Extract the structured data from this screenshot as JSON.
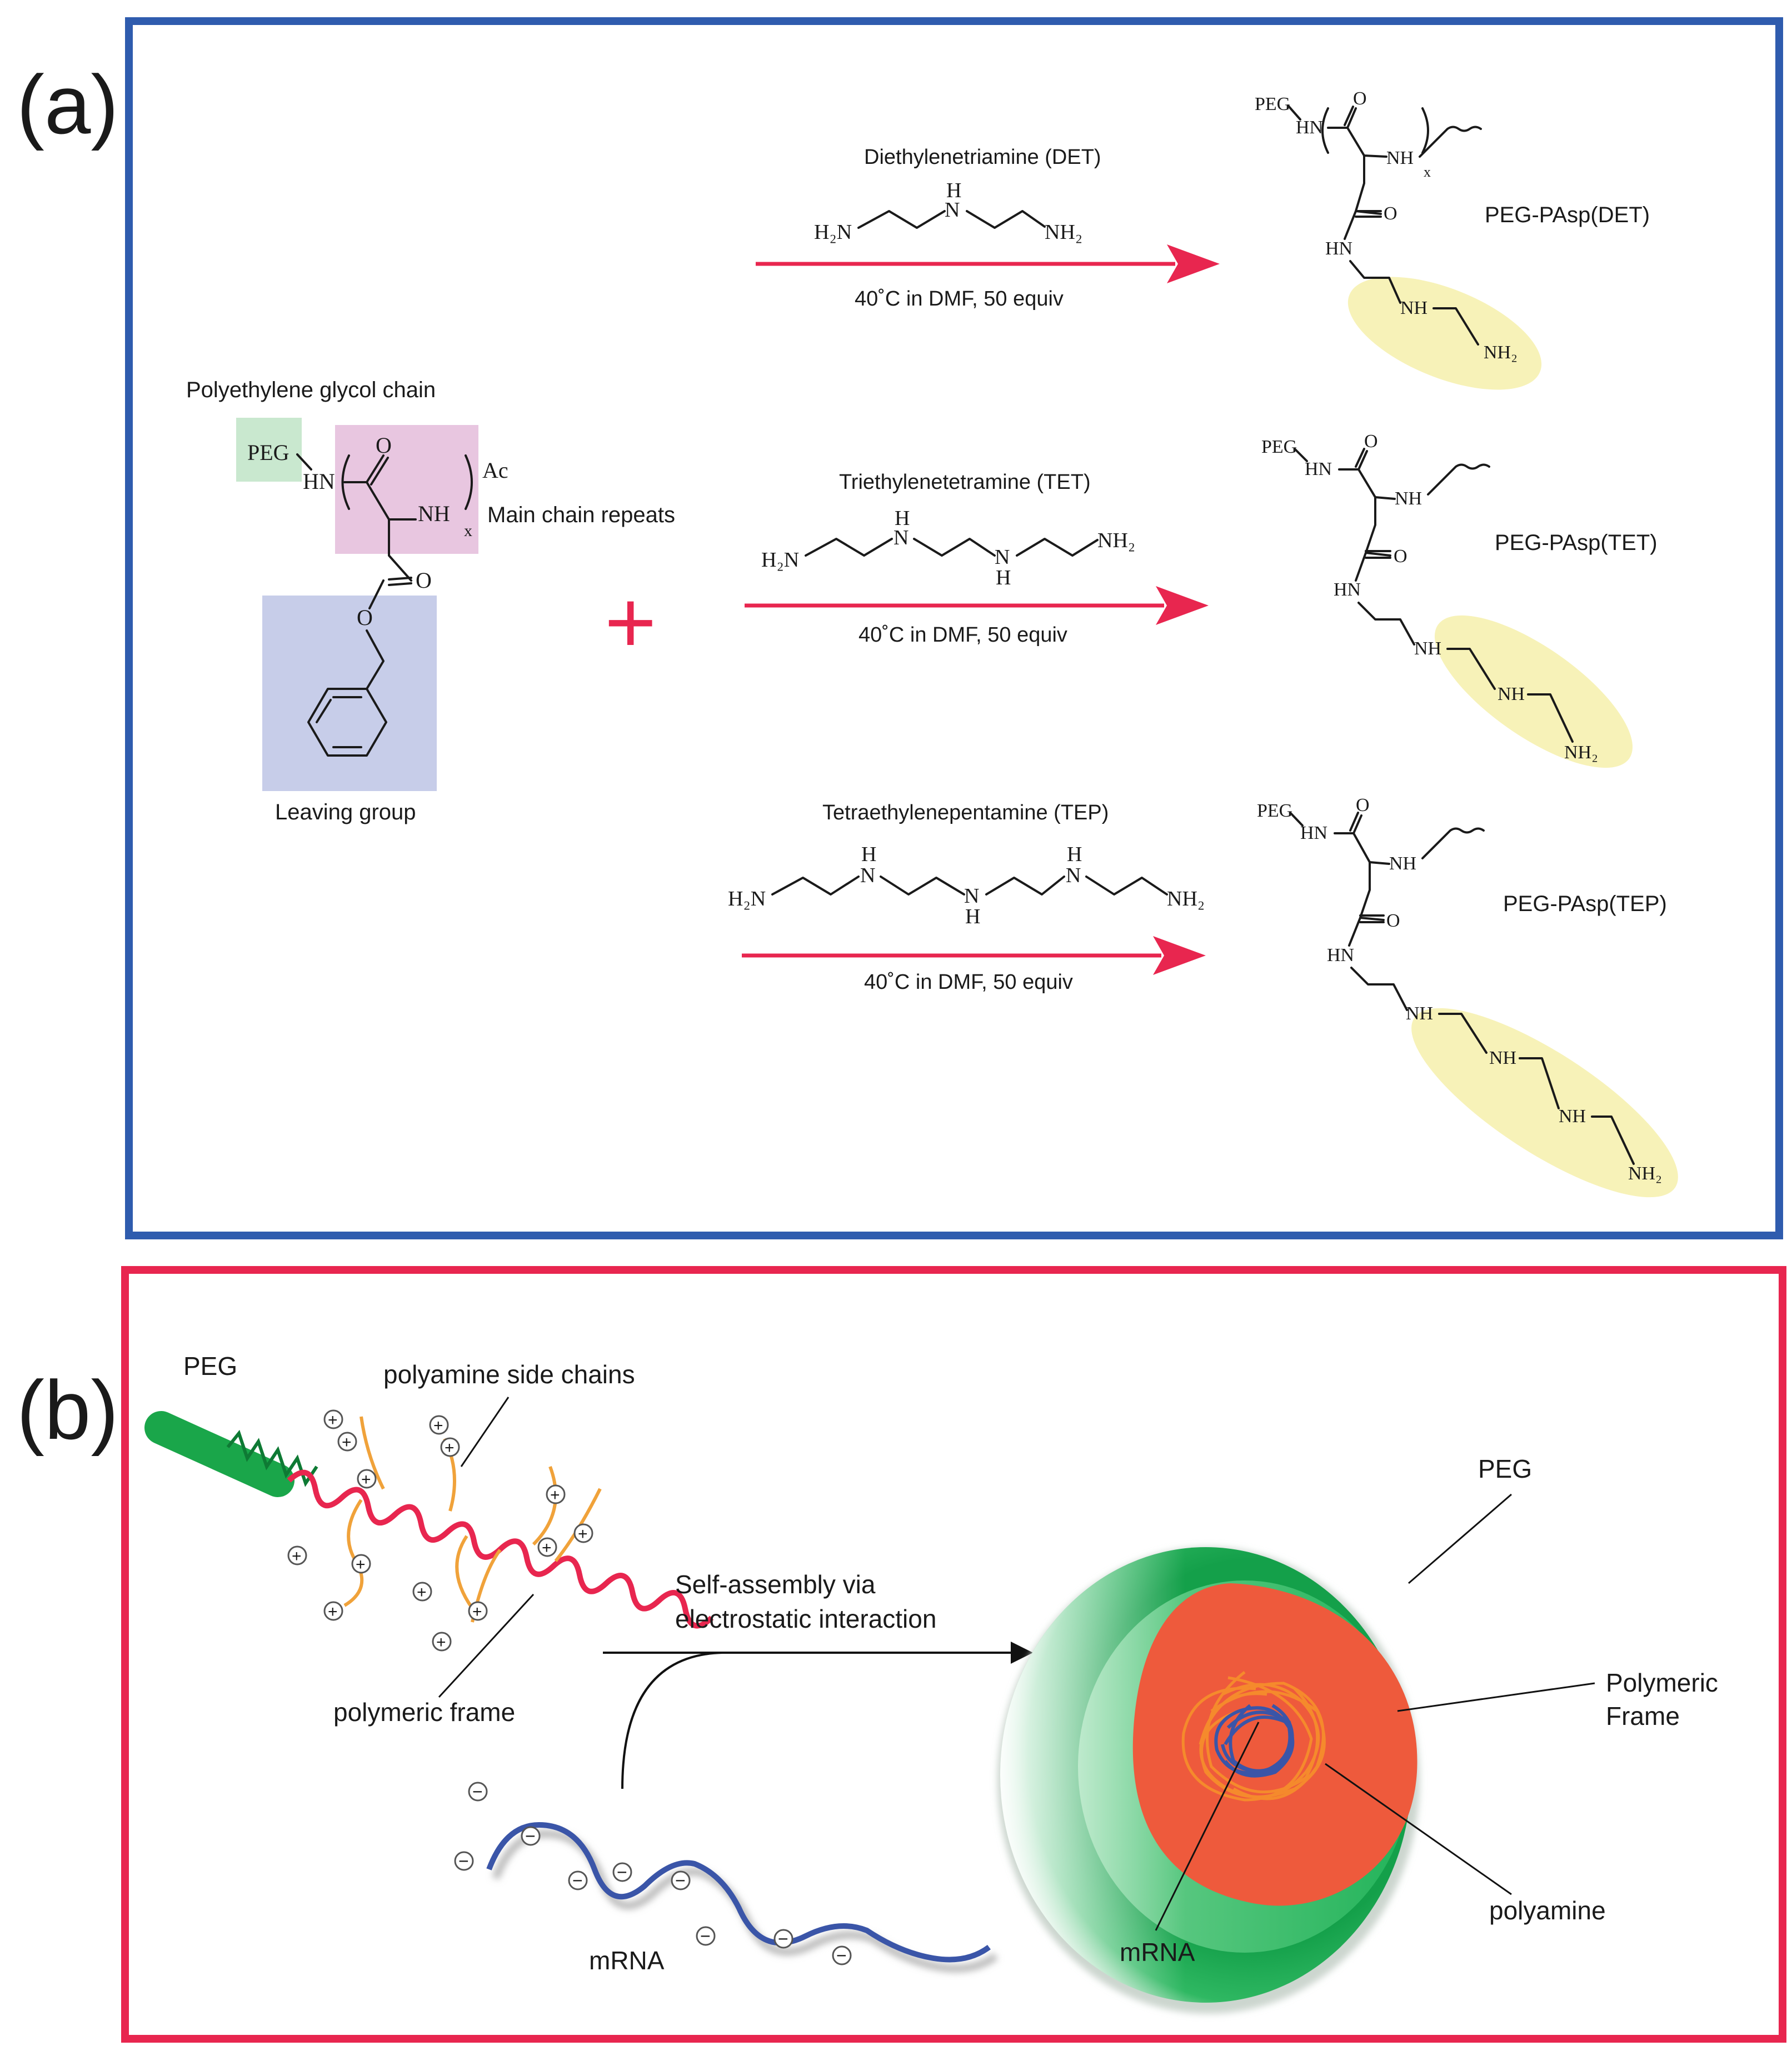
{
  "panel_a": {
    "label": "(a)",
    "border_color": "#2f5cae",
    "starting_polymer": {
      "title": "Polyethylene glycol chain",
      "peg": "PEG",
      "hn": "HN",
      "o": "O",
      "nh": "NH",
      "x": "x",
      "ac": "Ac",
      "main_chain_label": "Main chain repeats",
      "ester_o": "O",
      "leaving_group_label": "Leaving group",
      "colors": {
        "peg_box": "#c9e8cf",
        "main_chain_box": "#e8c6e0",
        "leaving_box": "#c7cde9"
      }
    },
    "plus": "+",
    "arrow_color": "#e8264f",
    "reactions": [
      {
        "reagent": "Diethylenetriamine (DET)",
        "h2n": "H₂N",
        "nh2": "NH₂",
        "h": "H",
        "n": "N",
        "conditions": "40˚C in DMF, 50 equiv",
        "product": "PEG-PAsp(DET)"
      },
      {
        "reagent": "Triethylenetetramine (TET)",
        "h2n": "H₂N",
        "nh2": "NH₂",
        "h": "H",
        "n": "N",
        "conditions": "40˚C in DMF, 50 equiv",
        "product": "PEG-PAsp(TET)"
      },
      {
        "reagent": "Tetraethylenepentamine (TEP)",
        "h2n": "H₂N",
        "nh2": "NH₂",
        "h": "H",
        "n": "N",
        "conditions": "40˚C in DMF, 50 equiv",
        "product": "PEG-PAsp(TEP)"
      }
    ],
    "product_atoms": {
      "peg": "PEG",
      "hn": "HN",
      "o": "O",
      "nh": "NH",
      "nh2": "NH₂",
      "x": "x"
    },
    "side_chain_highlight": "#f7f2b8"
  },
  "panel_b": {
    "label": "(b)",
    "border_color": "#e8264f",
    "peg_label": "PEG",
    "polyamine_side_chains_label": "polyamine side chains",
    "polymeric_frame_label": "polymeric frame",
    "mrna_label": "mRNA",
    "self_assembly_line1": "Self-assembly via",
    "self_assembly_line2": "electrostatic interaction",
    "plus_sign": "+",
    "minus_sign": "−",
    "micelle_peg_label": "PEG",
    "micelle_frame_line1": "Polymeric",
    "micelle_frame_line2": "Frame",
    "micelle_polyamine_label": "polyamine",
    "micelle_mrna_label": "mRNA",
    "colors": {
      "peg": "#1aa64a",
      "frame": "#e8264f",
      "side_chain": "#f0a23a",
      "mrna": "#3a55a8",
      "core": "#ee5a3c"
    }
  }
}
